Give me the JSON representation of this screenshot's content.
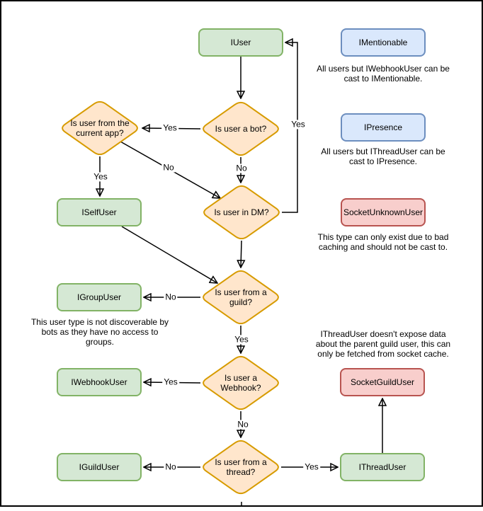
{
  "nodes": {
    "iuser": "IUser",
    "imentionable": "IMentionable",
    "ipresence": "IPresence",
    "socket_unknown": "SocketUnknownUser",
    "iself": "ISelfUser",
    "igroup": "IGroupUser",
    "iwebhook": "IWebhookUser",
    "iguild": "IGuildUser",
    "ithread": "IThreadUser",
    "socket_guild": "SocketGuildUser"
  },
  "decisions": {
    "bot": "Is user a bot?",
    "current_app": "Is user from the current app?",
    "dm": "Is user in DM?",
    "guild": "Is user from a guild?",
    "webhook": "Is user a Webhook?",
    "thread": "Is user from a thread?"
  },
  "edge_labels": {
    "bot_yes": "Yes",
    "bot_no": "No",
    "app_yes": "Yes",
    "app_no": "No",
    "dm_yes": "Yes",
    "guild_no": "No",
    "guild_yes": "Yes",
    "webhook_yes": "Yes",
    "webhook_no": "No",
    "thread_no": "No",
    "thread_yes": "Yes"
  },
  "annotations": {
    "mentionable": "All users but IWebhookUser can be cast to IMentionable.",
    "presence": "All users but IThreadUser can be cast to IPresence.",
    "unknown": "This type can only exist due to bad caching and should not be cast to.",
    "group": "This user type is not discoverable by bots as they have no access to groups.",
    "thread": "IThreadUser doesn't expose data about the parent guild user, this can only be fetched from socket cache."
  },
  "colors": {
    "interface_fill": "#d5e8d4",
    "interface_stroke": "#82b366",
    "decision_fill": "#ffe6cc",
    "decision_stroke": "#d79b00",
    "castable_fill": "#dae8fc",
    "castable_stroke": "#6c8ebf",
    "socket_fill": "#f8cecc",
    "socket_stroke": "#b85450",
    "line": "#000000",
    "background": "#ffffff",
    "border": "#000000"
  }
}
